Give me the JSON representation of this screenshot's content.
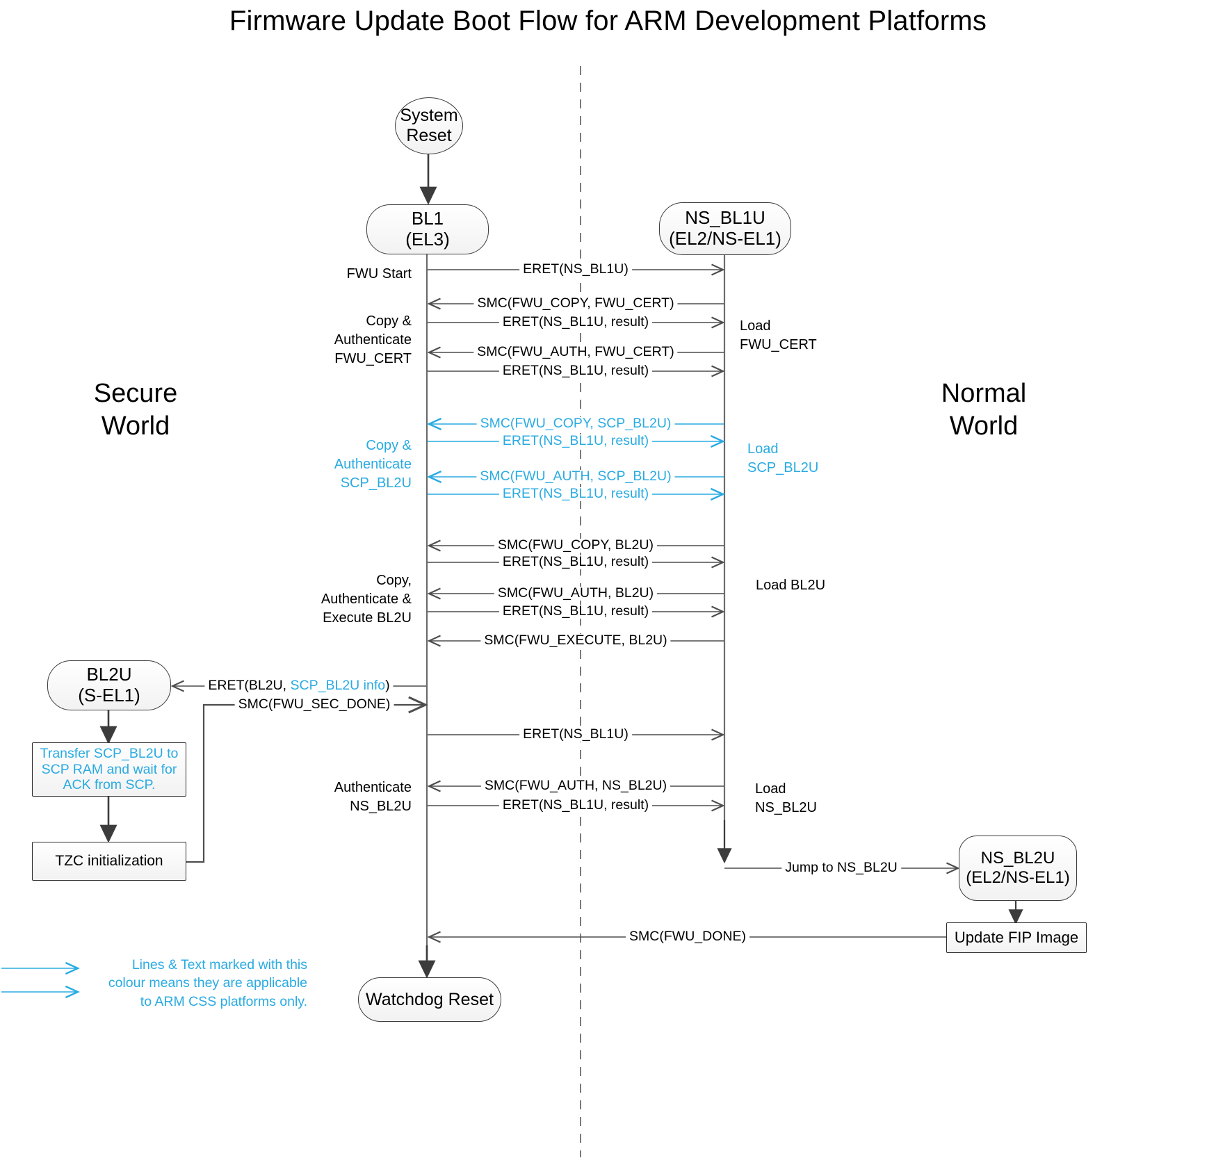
{
  "title": "Firmware Update Boot Flow for ARM Development Platforms",
  "colors": {
    "css_accent": "#29ABE2",
    "line": "#4d4d4d",
    "node_border": "#3c3c3c",
    "node_fill": "#f2f2f2",
    "text": "#000000"
  },
  "world_labels": {
    "secure": "Secure\nWorld",
    "normal": "Normal\nWorld"
  },
  "nodes": {
    "system_reset": {
      "line1": "System",
      "line2": "Reset",
      "shape": "ellipse"
    },
    "bl1": {
      "line1": "BL1",
      "line2": "(EL3)",
      "shape": "stadium"
    },
    "ns_bl1u": {
      "line1": "NS_BL1U",
      "line2": "(EL2/NS-EL1)",
      "shape": "stadium"
    },
    "bl2u": {
      "line1": "BL2U",
      "line2": "(S-EL1)",
      "shape": "stadium"
    },
    "ns_bl2u": {
      "line1": "NS_BL2U",
      "line2": "(EL2/NS-EL1)",
      "shape": "stadium"
    },
    "transfer_scp": {
      "text": "Transfer SCP_BL2U to\nSCP RAM and wait for\nACK from SCP.",
      "shape": "rect",
      "css_only": true
    },
    "tzc_init": {
      "text": "TZC initialization",
      "shape": "rect",
      "css_only": false
    },
    "update_fip": {
      "text": "Update FIP Image",
      "shape": "rect",
      "css_only": false
    },
    "watchdog_reset": {
      "line1": "Watchdog Reset",
      "shape": "stadium"
    }
  },
  "messages": [
    {
      "id": "m1",
      "text": "ERET(NS_BL1U)",
      "dir": "right",
      "css_only": false
    },
    {
      "id": "m2",
      "text": "SMC(FWU_COPY, FWU_CERT)",
      "dir": "left",
      "css_only": false
    },
    {
      "id": "m3",
      "text": "ERET(NS_BL1U, result)",
      "dir": "right",
      "css_only": false
    },
    {
      "id": "m4",
      "text": "SMC(FWU_AUTH, FWU_CERT)",
      "dir": "left",
      "css_only": false
    },
    {
      "id": "m5",
      "text": "ERET(NS_BL1U, result)",
      "dir": "right",
      "css_only": false
    },
    {
      "id": "m6",
      "text": "SMC(FWU_COPY, SCP_BL2U)",
      "dir": "left",
      "css_only": true
    },
    {
      "id": "m7",
      "text": "ERET(NS_BL1U, result)",
      "dir": "right",
      "css_only": true
    },
    {
      "id": "m8",
      "text": "SMC(FWU_AUTH, SCP_BL2U)",
      "dir": "left",
      "css_only": true
    },
    {
      "id": "m9",
      "text": "ERET(NS_BL1U, result)",
      "dir": "right",
      "css_only": true
    },
    {
      "id": "m10",
      "text": "SMC(FWU_COPY, BL2U)",
      "dir": "left",
      "css_only": false
    },
    {
      "id": "m11",
      "text": "ERET(NS_BL1U, result)",
      "dir": "right",
      "css_only": false
    },
    {
      "id": "m12",
      "text": "SMC(FWU_AUTH, BL2U)",
      "dir": "left",
      "css_only": false
    },
    {
      "id": "m13",
      "text": "ERET(NS_BL1U, result)",
      "dir": "right",
      "css_only": false
    },
    {
      "id": "m14",
      "text": "SMC(FWU_EXECUTE, BL2U)",
      "dir": "left",
      "css_only": false
    },
    {
      "id": "m15",
      "text": "SMC(FWU_SEC_DONE)",
      "dir": "right",
      "css_only": false
    },
    {
      "id": "m16",
      "text": "ERET(NS_BL1U)",
      "dir": "right",
      "css_only": false
    },
    {
      "id": "m17",
      "text": "SMC(FWU_AUTH, NS_BL2U)",
      "dir": "left",
      "css_only": false
    },
    {
      "id": "m18",
      "text": "ERET(NS_BL1U, result)",
      "dir": "right",
      "css_only": false
    },
    {
      "id": "m19",
      "text": "Jump to NS_BL2U",
      "dir": "right",
      "css_only": false
    },
    {
      "id": "m20",
      "text": "SMC(FWU_DONE)",
      "dir": "left",
      "css_only": false
    }
  ],
  "eret_bl2u": {
    "prefix": "ERET(BL2U, ",
    "highlight": "SCP_BL2U info",
    "suffix": ")"
  },
  "left_annotations": [
    {
      "id": "a1",
      "text": "FWU Start",
      "css_only": false
    },
    {
      "id": "a2",
      "text": "Copy &\nAuthenticate\nFWU_CERT",
      "css_only": false
    },
    {
      "id": "a3",
      "text": "Copy &\nAuthenticate\nSCP_BL2U",
      "css_only": true
    },
    {
      "id": "a4",
      "text": "Copy,\nAuthenticate &\nExecute BL2U",
      "css_only": false
    },
    {
      "id": "a5",
      "text": "Authenticate\nNS_BL2U",
      "css_only": false
    }
  ],
  "right_annotations": [
    {
      "id": "b1",
      "text": "Load\nFWU_CERT",
      "css_only": false
    },
    {
      "id": "b2",
      "text": "Load\nSCP_BL2U",
      "css_only": true
    },
    {
      "id": "b3",
      "text": "Load BL2U",
      "css_only": false
    },
    {
      "id": "b4",
      "text": "Load\nNS_BL2U",
      "css_only": false
    }
  ],
  "legend": {
    "text": "Lines & Text marked with this\ncolour means they are applicable\nto ARM CSS platforms only.",
    "sample_arrow_count": 2
  }
}
